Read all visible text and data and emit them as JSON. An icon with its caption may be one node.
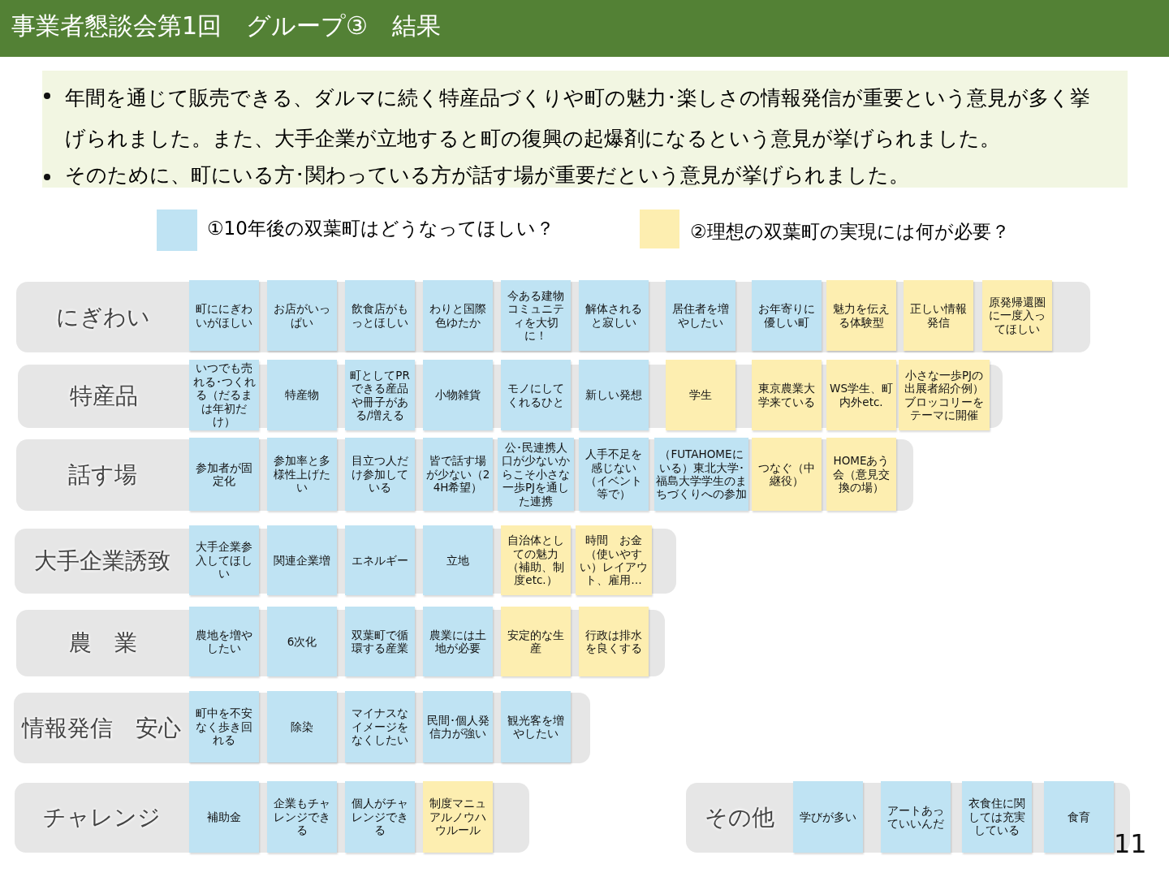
{
  "diagram": {
    "title": "事業者懇談会第1回　グループ③　結果",
    "nodes": [
      {
        "text": [
          "にぎわい"
        ]
      },
      {
        "text": [
          "町ににぎわいがほしい"
        ],
        "in": 0
      },
      {
        "text": [
          "お店がいっぱい"
        ],
        "in": 0
      },
      {
        "text": [
          "飲食店がもっとほしい"
        ],
        "in": 0
      },
      {
        "text": [
          "わりと国際色ゆたか"
        ],
        "in": 0
      },
      {
        "text": [
          "今ある建物コミュニティを大切に！"
        ],
        "in": 0
      },
      {
        "text": [
          "解体されると寂しい"
        ],
        "in": 0
      },
      {
        "text": [
          "居住者を増やしたい"
        ],
        "in": 0
      },
      {
        "text": [
          "お年寄りに優しい町"
        ],
        "in": 0
      },
      {
        "text": [
          "魅力を伝える体験型"
        ],
        "in": 0
      },
      {
        "text": [
          "正しい情報発信"
        ],
        "in": 0
      },
      {
        "text": [
          "原発帰還圏に一度入ってほしい"
        ],
        "in": 0
      },
      {
        "text": [
          "特産品"
        ]
      },
      {
        "text": [
          "いつでも売れる･つくれる（だるまは年初だけ）"
        ],
        "in": 12
      },
      {
        "text": [
          "特産物"
        ],
        "in": 12
      },
      {
        "text": [
          "町としてPRできる産品や冊子がある/増える"
        ],
        "in": 12
      },
      {
        "text": [
          "小物雑貨"
        ],
        "in": 12
      },
      {
        "text": [
          "モノにしてくれるひと"
        ],
        "in": 12
      },
      {
        "text": [
          "新しい発想"
        ],
        "in": 12
      },
      {
        "text": [
          "学生"
        ],
        "in": 12
      },
      {
        "text": [
          "東京農業大学来ている"
        ],
        "in": 12
      },
      {
        "text": [
          "WS学生、町内外etc."
        ],
        "in": 12
      },
      {
        "text": [
          "小さな一歩PJの出展者紹介例）ブロッコリーをテーマに開催"
        ],
        "in": 12
      },
      {
        "text": [
          "話す場"
        ]
      },
      {
        "text": [
          "参加者が固定化"
        ],
        "in": 23
      },
      {
        "text": [
          "参加率と多様性上げたい"
        ],
        "in": 23
      },
      {
        "text": [
          "目立つ人だけ参加している"
        ],
        "in": 23
      },
      {
        "text": [
          "皆で話す場が少ない（24H希望）"
        ],
        "in": 23
      },
      {
        "text": [
          "公･民連携人口が少ないからこそ小さな一歩PJを通した連携"
        ],
        "in": 23
      },
      {
        "text": [
          "人手不足を感じない（イベント等で）"
        ],
        "in": 23
      },
      {
        "text": [
          "（FUTAHOMEにいる）東北大学･福島大学学生のまちづくりへの参加"
        ],
        "in": 23
      },
      {
        "text": [
          "つなぐ（中継役）"
        ],
        "in": 23
      },
      {
        "text": [
          "HOMEあう会（意見交換の場）"
        ],
        "in": 23
      },
      {
        "text": [
          "大手企業誘致"
        ]
      },
      {
        "text": [
          "大手企業参入してほしい"
        ],
        "in": 33
      },
      {
        "text": [
          "関連企業増"
        ],
        "in": 33
      },
      {
        "text": [
          "エネルギー"
        ],
        "in": 33
      },
      {
        "text": [
          "立地"
        ],
        "in": 33
      },
      {
        "text": [
          "自治体としての魅力（補助、制度etc.）"
        ],
        "in": 33
      },
      {
        "text": [
          "時間　お金（使いやすい）レイアウト、雇用…"
        ],
        "in": 33
      },
      {
        "text": [
          "農　業"
        ]
      },
      {
        "text": [
          "農地を増やしたい"
        ],
        "in": 40
      },
      {
        "text": [
          "6次化"
        ],
        "in": 40
      },
      {
        "text": [
          "双葉町で循環する産業"
        ],
        "in": 40
      },
      {
        "text": [
          "農業には土地が必要"
        ],
        "in": 40
      },
      {
        "text": [
          "安定的な生産"
        ],
        "in": 40
      },
      {
        "text": [
          "行政は排水を良くする"
        ],
        "in": 40
      },
      {
        "text": [
          "情報発信　安心"
        ]
      },
      {
        "text": [
          "町中を不安なく歩き回れる"
        ],
        "in": 47
      },
      {
        "text": [
          "除染"
        ],
        "in": 47
      },
      {
        "text": [
          "マイナスなイメージをなくしたい"
        ],
        "in": 47
      },
      {
        "text": [
          "民間･個人発信力が強い"
        ],
        "in": 47
      },
      {
        "text": [
          "観光客を増やしたい"
        ],
        "in": 47
      },
      {
        "text": [
          "チャレンジ"
        ]
      },
      {
        "text": [
          "補助金"
        ],
        "in": 53
      },
      {
        "text": [
          "企業もチャレンジできる"
        ],
        "in": 53
      },
      {
        "text": [
          "個人がチャレンジできる"
        ],
        "in": 53
      },
      {
        "text": [
          "制度マニュアルノウハウルール"
        ],
        "in": 53
      },
      {
        "text": [
          "その他"
        ]
      },
      {
        "text": [
          "学びが多い"
        ],
        "in": 58
      },
      {
        "text": [
          "アートあっていいんだ"
        ],
        "in": 58
      },
      {
        "text": [
          "衣食住に関しては充実している"
        ],
        "in": 58
      },
      {
        "text": [
          "食育"
        ],
        "in": 58
      }
    ],
    "edges": [],
    "labels": [
      "年間を通じて販売できる、ダルマに続く特産品づくりや町の魅力･楽しさの情報発信が重要という意見が多く挙げられました。また、大手企業が立地すると町の復興の起爆剤になるという意見が挙げられました。",
      "そのために、町にいる方･関わっている方が話す場が重要だという意見が挙げられました。",
      "11"
    ],
    "legend": [
      {
        "text": "①10年後の双葉町はどうなってほしい？",
        "color": "#bfe3f3"
      },
      {
        "text": "②理想の双葉町の実現には何が必要？",
        "color": "#fdeeb0"
      }
    ]
  }
}
